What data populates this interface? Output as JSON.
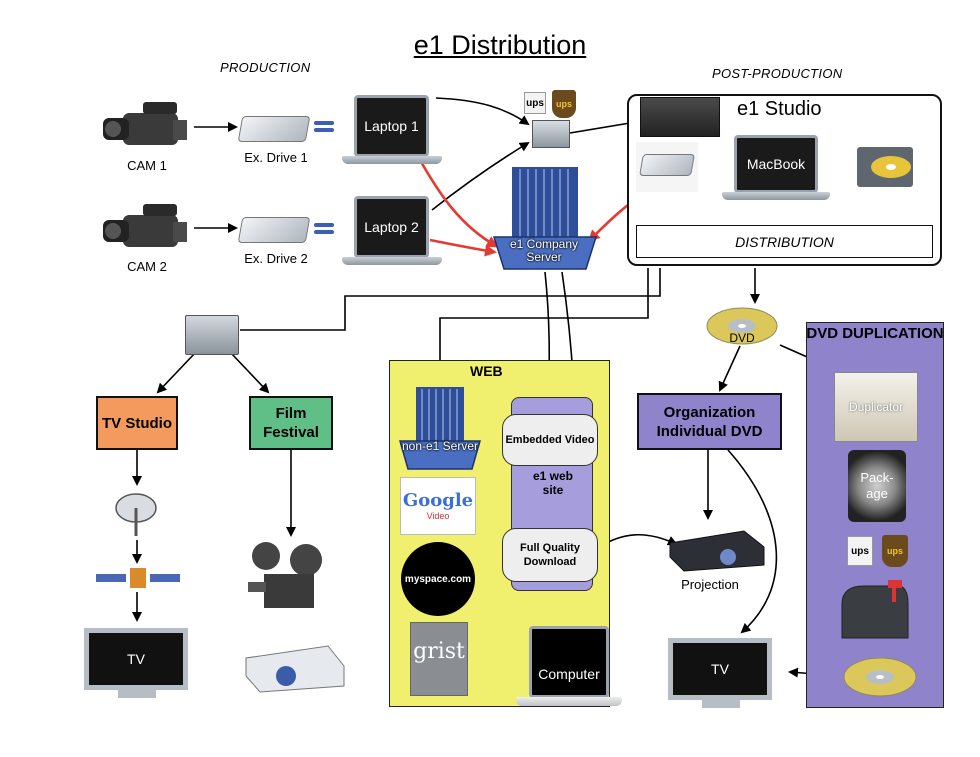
{
  "title": "e1 Distribution",
  "sections": {
    "production": "PRODUCTION",
    "post_production": "POST-PRODUCTION"
  },
  "cams": [
    "CAM 1",
    "CAM 2"
  ],
  "drives": [
    "Ex. Drive 1",
    "Ex. Drive 2"
  ],
  "laptops": [
    "Laptop 1",
    "Laptop 2"
  ],
  "shipping": {
    "ups": "ups"
  },
  "studio": {
    "title": "e1 Studio",
    "macbook": "MacBook",
    "distribution": "DISTRIBUTION"
  },
  "company_server": "e1 Company Server",
  "dvd": {
    "disc": "DVD",
    "org": "Organization Individual DVD"
  },
  "duplication": {
    "title": "DVD DUPLICATION",
    "duplicator": "Duplicator",
    "package": "Pack-age"
  },
  "outlets": {
    "tv_studio": "TV Studio",
    "film_festival": "Film Festival"
  },
  "web": {
    "title": "WEB",
    "non_e1_server": "non-e1 Server",
    "embedded_video": "Embedded Video",
    "site": "e1 web site",
    "full_quality": "Full Quality Download",
    "computer": "Computer",
    "google": "Google",
    "google_sub": "Video",
    "myspace": "myspace.com",
    "grist": "grist"
  },
  "devices": {
    "tv": "TV",
    "projection": "Projection"
  },
  "colors": {
    "tv_studio": "#f59a5e",
    "film_festival": "#5fbf86",
    "org_dvd": "#8f83cc",
    "web": "#f1ef6e",
    "duplication": "#8f83cc",
    "site_panel": "#a69ddd",
    "server_blue": "#2f4e9a",
    "red_wire": "#e53a32"
  }
}
